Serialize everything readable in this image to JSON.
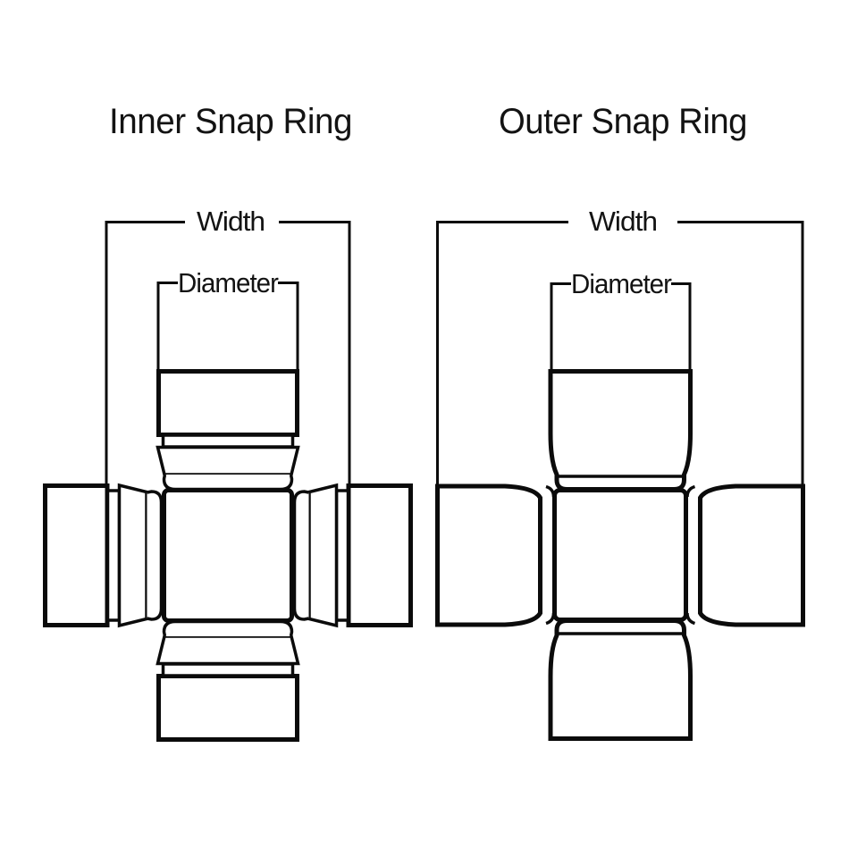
{
  "page": {
    "background": "#ffffff",
    "line_color": "#0b0b0b",
    "text_color": "#131313"
  },
  "diagrams": [
    {
      "id": "inner-snap-ring",
      "title": "Inner Snap Ring",
      "dimensions": {
        "width_label": "Width",
        "diameter_label": "Diameter"
      }
    },
    {
      "id": "outer-snap-ring",
      "title": "Outer Snap Ring",
      "dimensions": {
        "width_label": "Width",
        "diameter_label": "Diameter"
      }
    }
  ]
}
